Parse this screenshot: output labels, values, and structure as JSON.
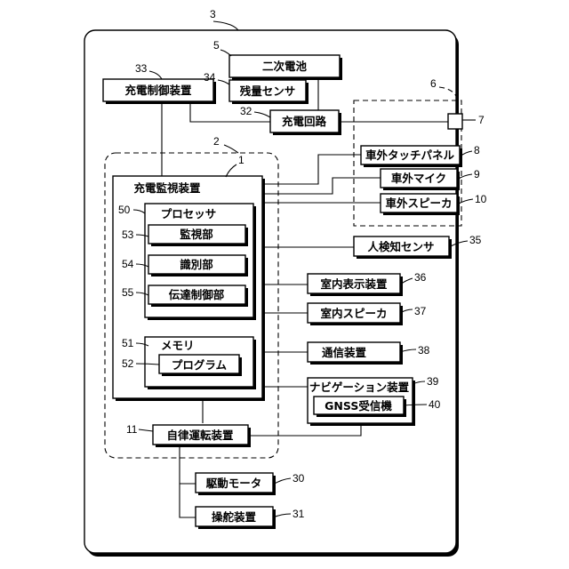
{
  "refs": {
    "r3": "3",
    "r5": "5",
    "r33": "33",
    "r34": "34",
    "r6": "6",
    "r32": "32",
    "r7": "7",
    "r2": "2",
    "r1": "1",
    "r8": "8",
    "r9": "9",
    "r10": "10",
    "r50": "50",
    "r35": "35",
    "r53": "53",
    "r54": "54",
    "r36": "36",
    "r55": "55",
    "r37": "37",
    "r51": "51",
    "r38": "38",
    "r52": "52",
    "r39": "39",
    "r40": "40",
    "r11": "11",
    "r30": "30",
    "r31": "31"
  },
  "labels": {
    "secondary_battery": "二次電池",
    "charge_control_device": "充電制御装置",
    "remaining_sensor": "残量センサ",
    "charging_circuit": "充電回路",
    "charge_monitoring_device": "充電監視装置",
    "processor": "プロセッサ",
    "monitoring_unit": "監視部",
    "identification_unit": "識別部",
    "transmission_control_unit": "伝達制御部",
    "memory": "メモリ",
    "program": "プログラム",
    "exterior_touch_panel": "車外タッチパネル",
    "exterior_mic": "車外マイク",
    "exterior_speaker": "車外スピーカ",
    "human_sensor": "人検知センサ",
    "interior_display": "室内表示装置",
    "interior_speaker": "室内スピーカ",
    "communication_device": "通信装置",
    "navigation_device": "ナビゲーション装置",
    "gnss_receiver": "GNSS受信機",
    "autonomous_driving_device": "自律運転装置",
    "drive_motor": "駆動モータ",
    "steering_device": "操舵装置"
  }
}
